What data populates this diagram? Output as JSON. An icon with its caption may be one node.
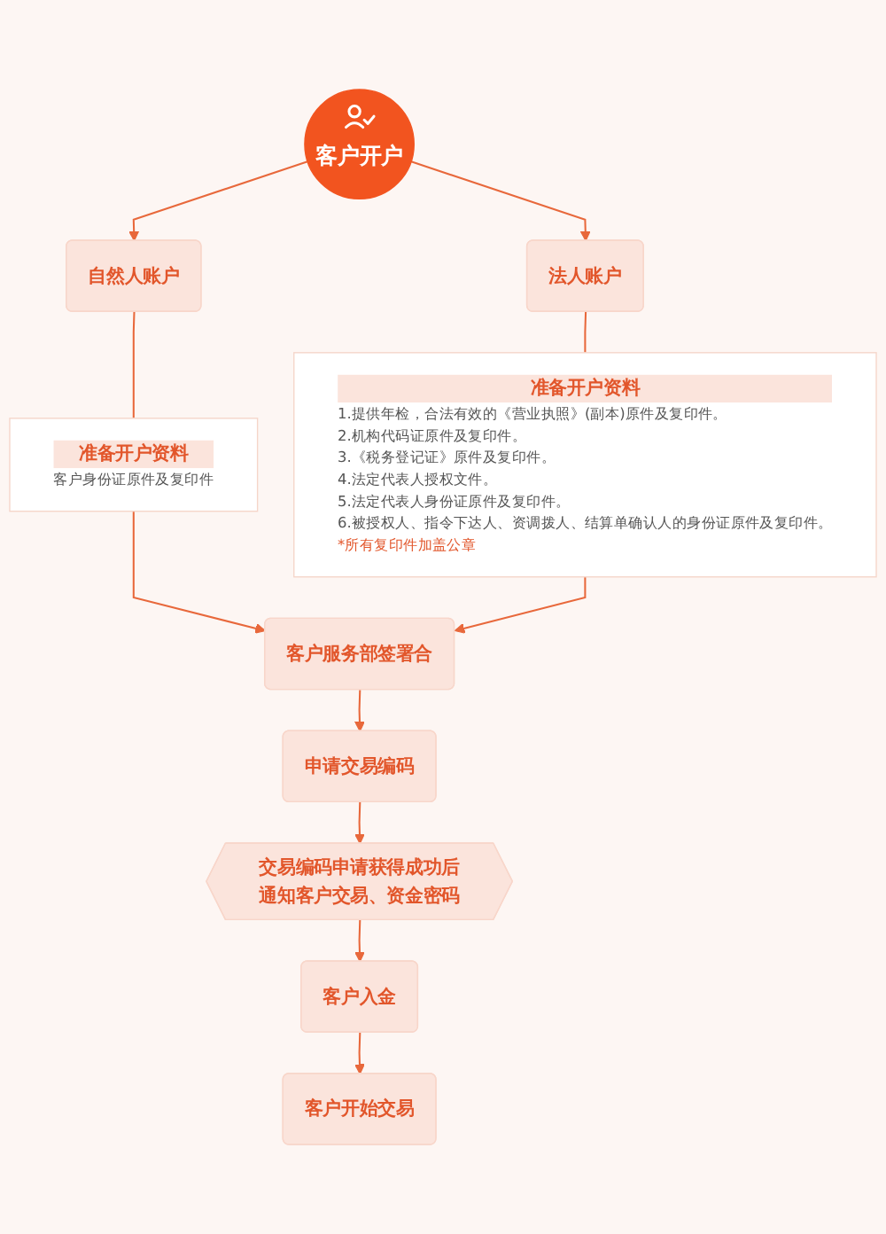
{
  "diagram": {
    "nodes": [
      {
        "text": [
          "客户开户"
        ]
      },
      {
        "text": [
          "自然人账户"
        ]
      },
      {
        "text": [
          "法人账户"
        ]
      },
      {
        "text": [
          "准备开户资料",
          "客户身份证原件及复印件"
        ]
      },
      {
        "text": [
          "准备开户资料",
          "1.提供年检，合法有效的《营业执照》(副本)原件及复印件。",
          "2.机构代码证原件及复印件。",
          "3.《税务登记证》原件及复印件。",
          "4.法定代表人授权文件。",
          "5.法定代表人身份证原件及复印件。",
          "6.被授权人、指令下达人、资调拨人、结算单确认人的身份证原件及复印件。",
          "*所有复印件加盖公章"
        ]
      },
      {
        "text": [
          "客户服务部签署合"
        ]
      },
      {
        "text": [
          "申请交易编码"
        ]
      },
      {
        "text": [
          "交易编码申请获得成功后通知客户交易、资金密码"
        ]
      },
      {
        "text": [
          "客户入金"
        ]
      },
      {
        "text": [
          "客户开始交易"
        ]
      }
    ],
    "edges": [
      {
        "from": 0,
        "to": 1,
        "arrow": "to"
      },
      {
        "from": 0,
        "to": 2,
        "arrow": "to"
      },
      {
        "from": 1,
        "to": 3,
        "arrow": "none"
      },
      {
        "from": 2,
        "to": 4,
        "arrow": "none"
      },
      {
        "from": 3,
        "to": 5,
        "arrow": "to"
      },
      {
        "from": 4,
        "to": 5,
        "arrow": "to"
      },
      {
        "from": 5,
        "to": 6,
        "arrow": "to"
      },
      {
        "from": 6,
        "to": 7,
        "arrow": "to"
      },
      {
        "from": 7,
        "to": 8,
        "arrow": "to"
      },
      {
        "from": 8,
        "to": 9,
        "arrow": "to"
      }
    ]
  }
}
